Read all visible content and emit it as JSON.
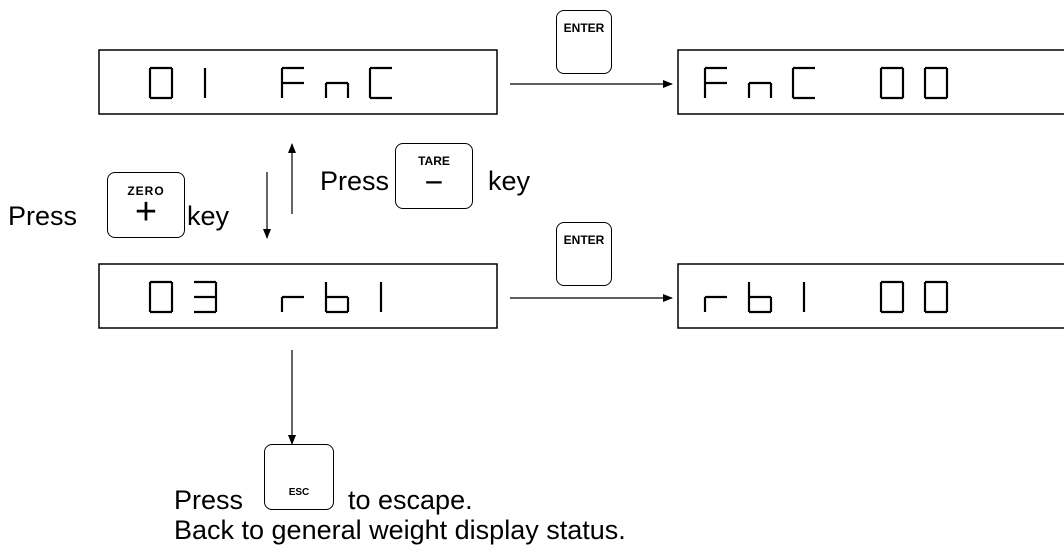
{
  "displays": {
    "d1": "01 FnC",
    "d2": "FnC 00",
    "d3": "03 rb1",
    "d4": "rb1 00"
  },
  "keys": {
    "enter": "ENTER",
    "zero": "ZERO",
    "zero_symbol": "+",
    "tare": "TARE",
    "tare_symbol": "−",
    "esc": "ESC"
  },
  "labels": {
    "press_zero_a": "Press",
    "press_zero_b": "key",
    "press_tare_a": "Press",
    "press_tare_b": "key",
    "press_esc_a": "Press",
    "press_esc_b": "to escape.",
    "back": "Back to general weight display status."
  }
}
